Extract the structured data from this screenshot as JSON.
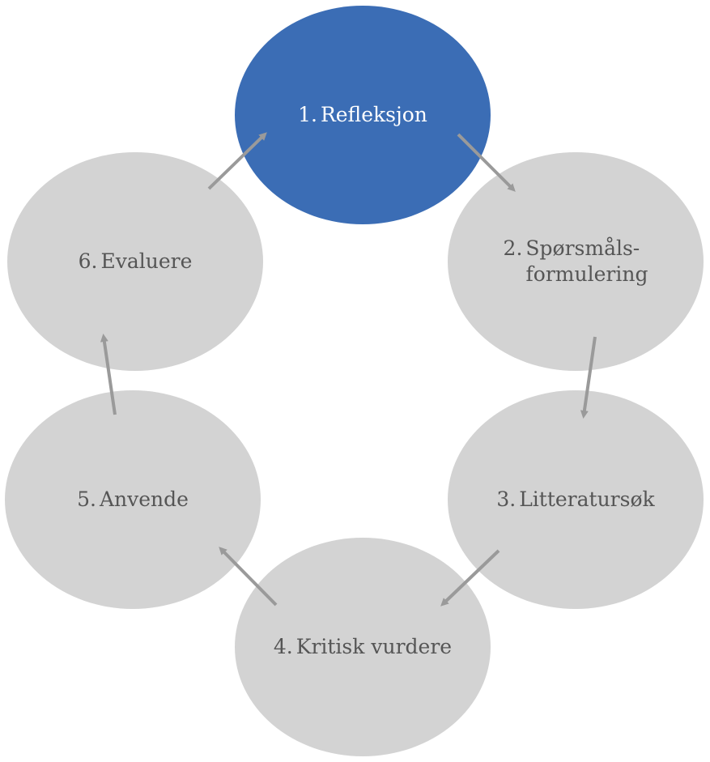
{
  "colors": {
    "active_fill": "#3b6db5",
    "inactive_fill": "#d3d3d3",
    "active_text": "#ffffff",
    "inactive_text": "#555555",
    "arrow": "#9a9a9a"
  },
  "steps": [
    {
      "number": "1.",
      "label": "Refleksjon",
      "state": "active"
    },
    {
      "number": "2.",
      "label": "Spørsmåls-",
      "label_line2": "formulering",
      "state": "inactive"
    },
    {
      "number": "3.",
      "label": "Litteratursøk",
      "state": "inactive"
    },
    {
      "number": "4.",
      "label": "Kritisk vurdere",
      "state": "inactive"
    },
    {
      "number": "5.",
      "label": "Anvende",
      "state": "inactive"
    },
    {
      "number": "6.",
      "label": "Evaluere",
      "state": "inactive"
    }
  ]
}
